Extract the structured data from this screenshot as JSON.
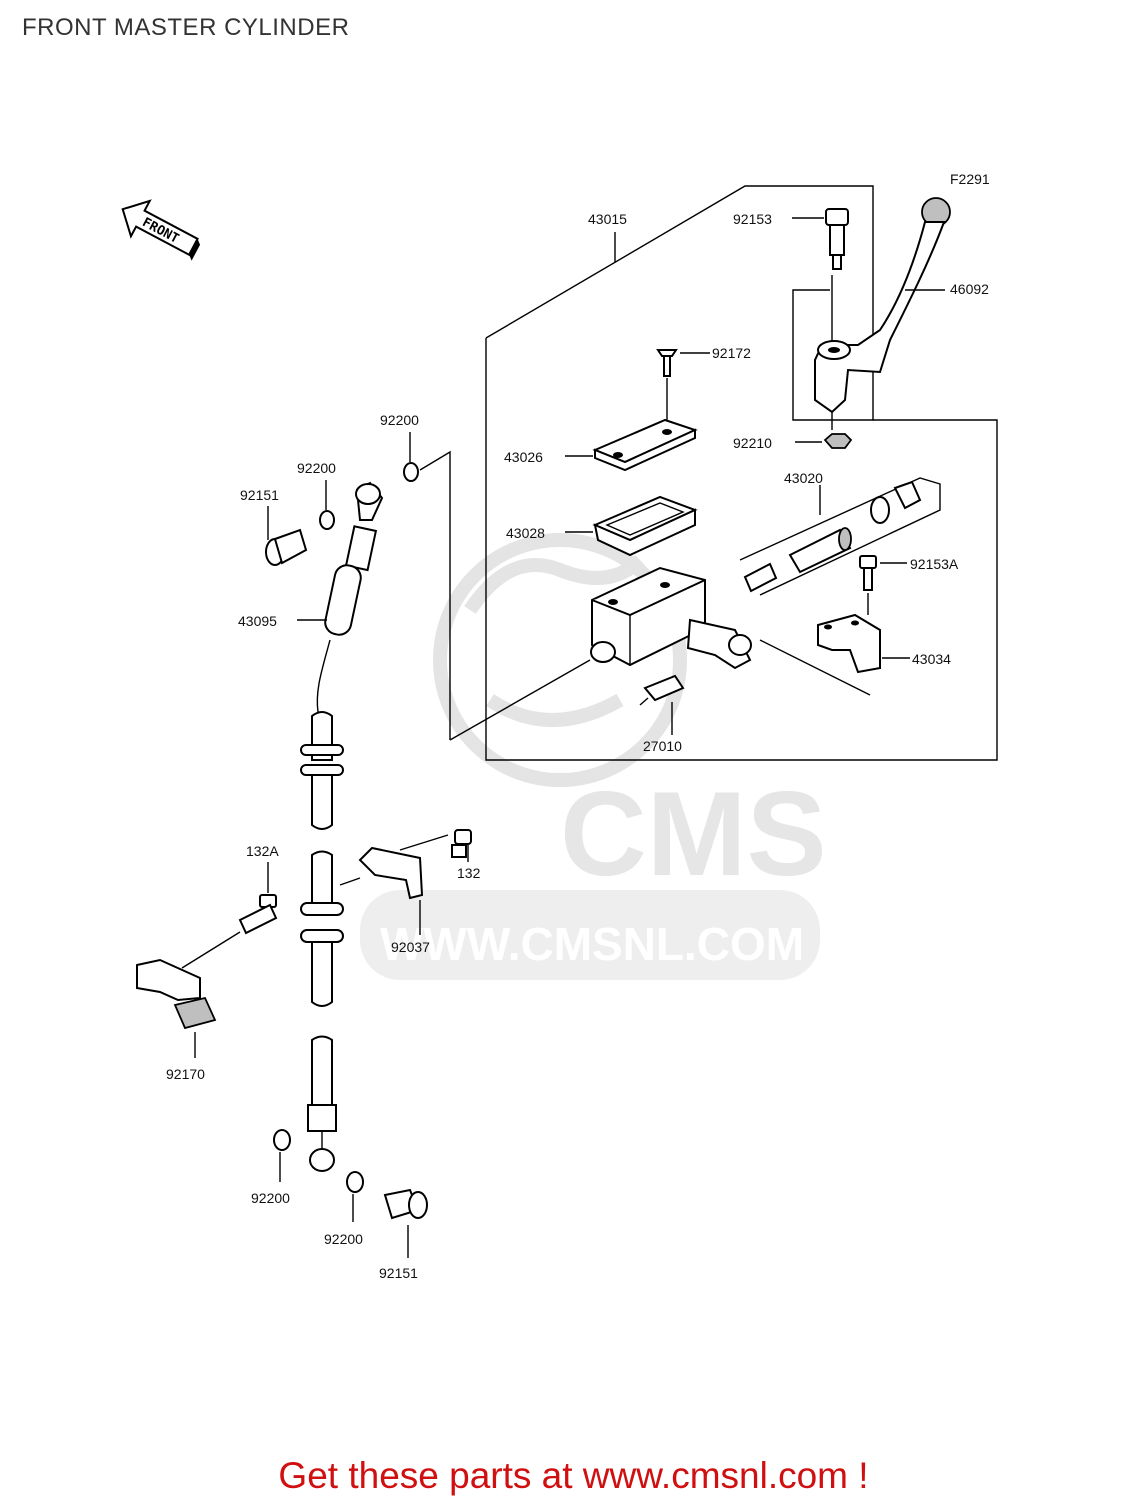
{
  "title": "FRONT MASTER CYLINDER",
  "diagram_code": "F2291",
  "front_arrow_label": "FRONT",
  "watermark": {
    "brand": "CMS",
    "url": "WWW.CMSNL.COM"
  },
  "footer": {
    "text": "Get these parts at www.cmsnl.com !",
    "color": "#d01010"
  },
  "parts": {
    "p43015": "43015",
    "p92153": "92153",
    "p46092": "46092",
    "p92172": "92172",
    "p92210": "92210",
    "p43026": "43026",
    "p43020": "43020",
    "p43028": "43028",
    "p92153A": "92153A",
    "p43034": "43034",
    "p27010": "27010",
    "p92200a": "92200",
    "p92200b": "92200",
    "p92151a": "92151",
    "p43095": "43095",
    "p132A": "132A",
    "p132": "132",
    "p92037": "92037",
    "p92170": "92170",
    "p92200c": "92200",
    "p92200d": "92200",
    "p92151b": "92151"
  }
}
